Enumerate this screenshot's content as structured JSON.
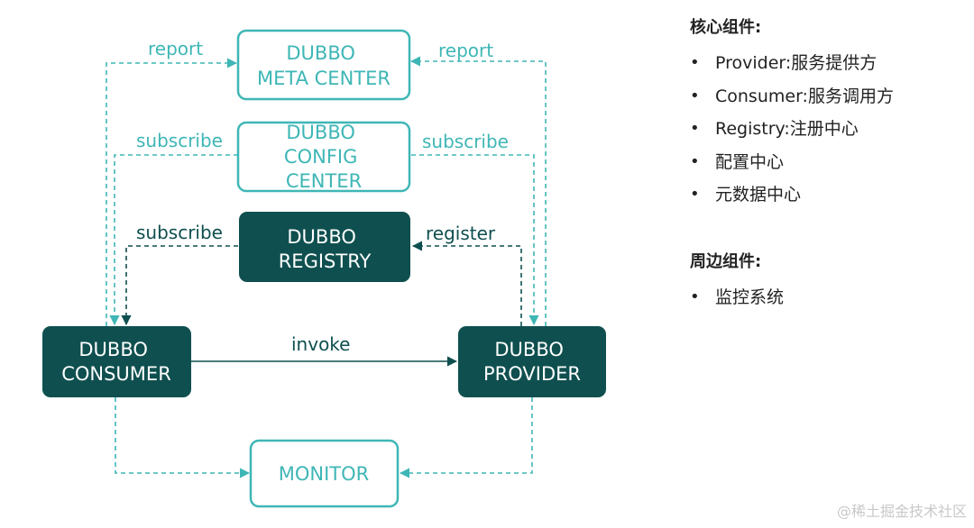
{
  "colors": {
    "teal_dark": "#0f4f4f",
    "teal_light": "#3fb6b6",
    "text_dark": "#222222",
    "white": "#ffffff",
    "watermark": "#c8c8c8"
  },
  "nodes": {
    "meta_center": {
      "lines": [
        "DUBBO",
        "META CENTER"
      ]
    },
    "config_center": {
      "lines": [
        "DUBBO",
        "CONFIG",
        "CENTER"
      ]
    },
    "registry": {
      "lines": [
        "DUBBO",
        "REGISTRY"
      ]
    },
    "consumer": {
      "lines": [
        "DUBBO",
        "CONSUMER"
      ]
    },
    "provider": {
      "lines": [
        "DUBBO",
        "PROVIDER"
      ]
    },
    "monitor": {
      "lines": [
        "MONITOR"
      ]
    }
  },
  "edges": {
    "report_left": "report",
    "report_right": "report",
    "subscribe_config_left": "subscribe",
    "subscribe_config_right": "subscribe",
    "subscribe_registry": "subscribe",
    "register": "register",
    "invoke": "invoke"
  },
  "legend": {
    "core_title": "核心组件:",
    "core_items": [
      "Provider:服务提供方",
      "Consumer:服务调用方",
      "Registry:注册中心",
      "配置中心",
      "元数据中心"
    ],
    "peripheral_title": "周边组件:",
    "peripheral_items": [
      "监控系统"
    ],
    "bullet": "•"
  },
  "watermark": "@稀土掘金技术社区"
}
